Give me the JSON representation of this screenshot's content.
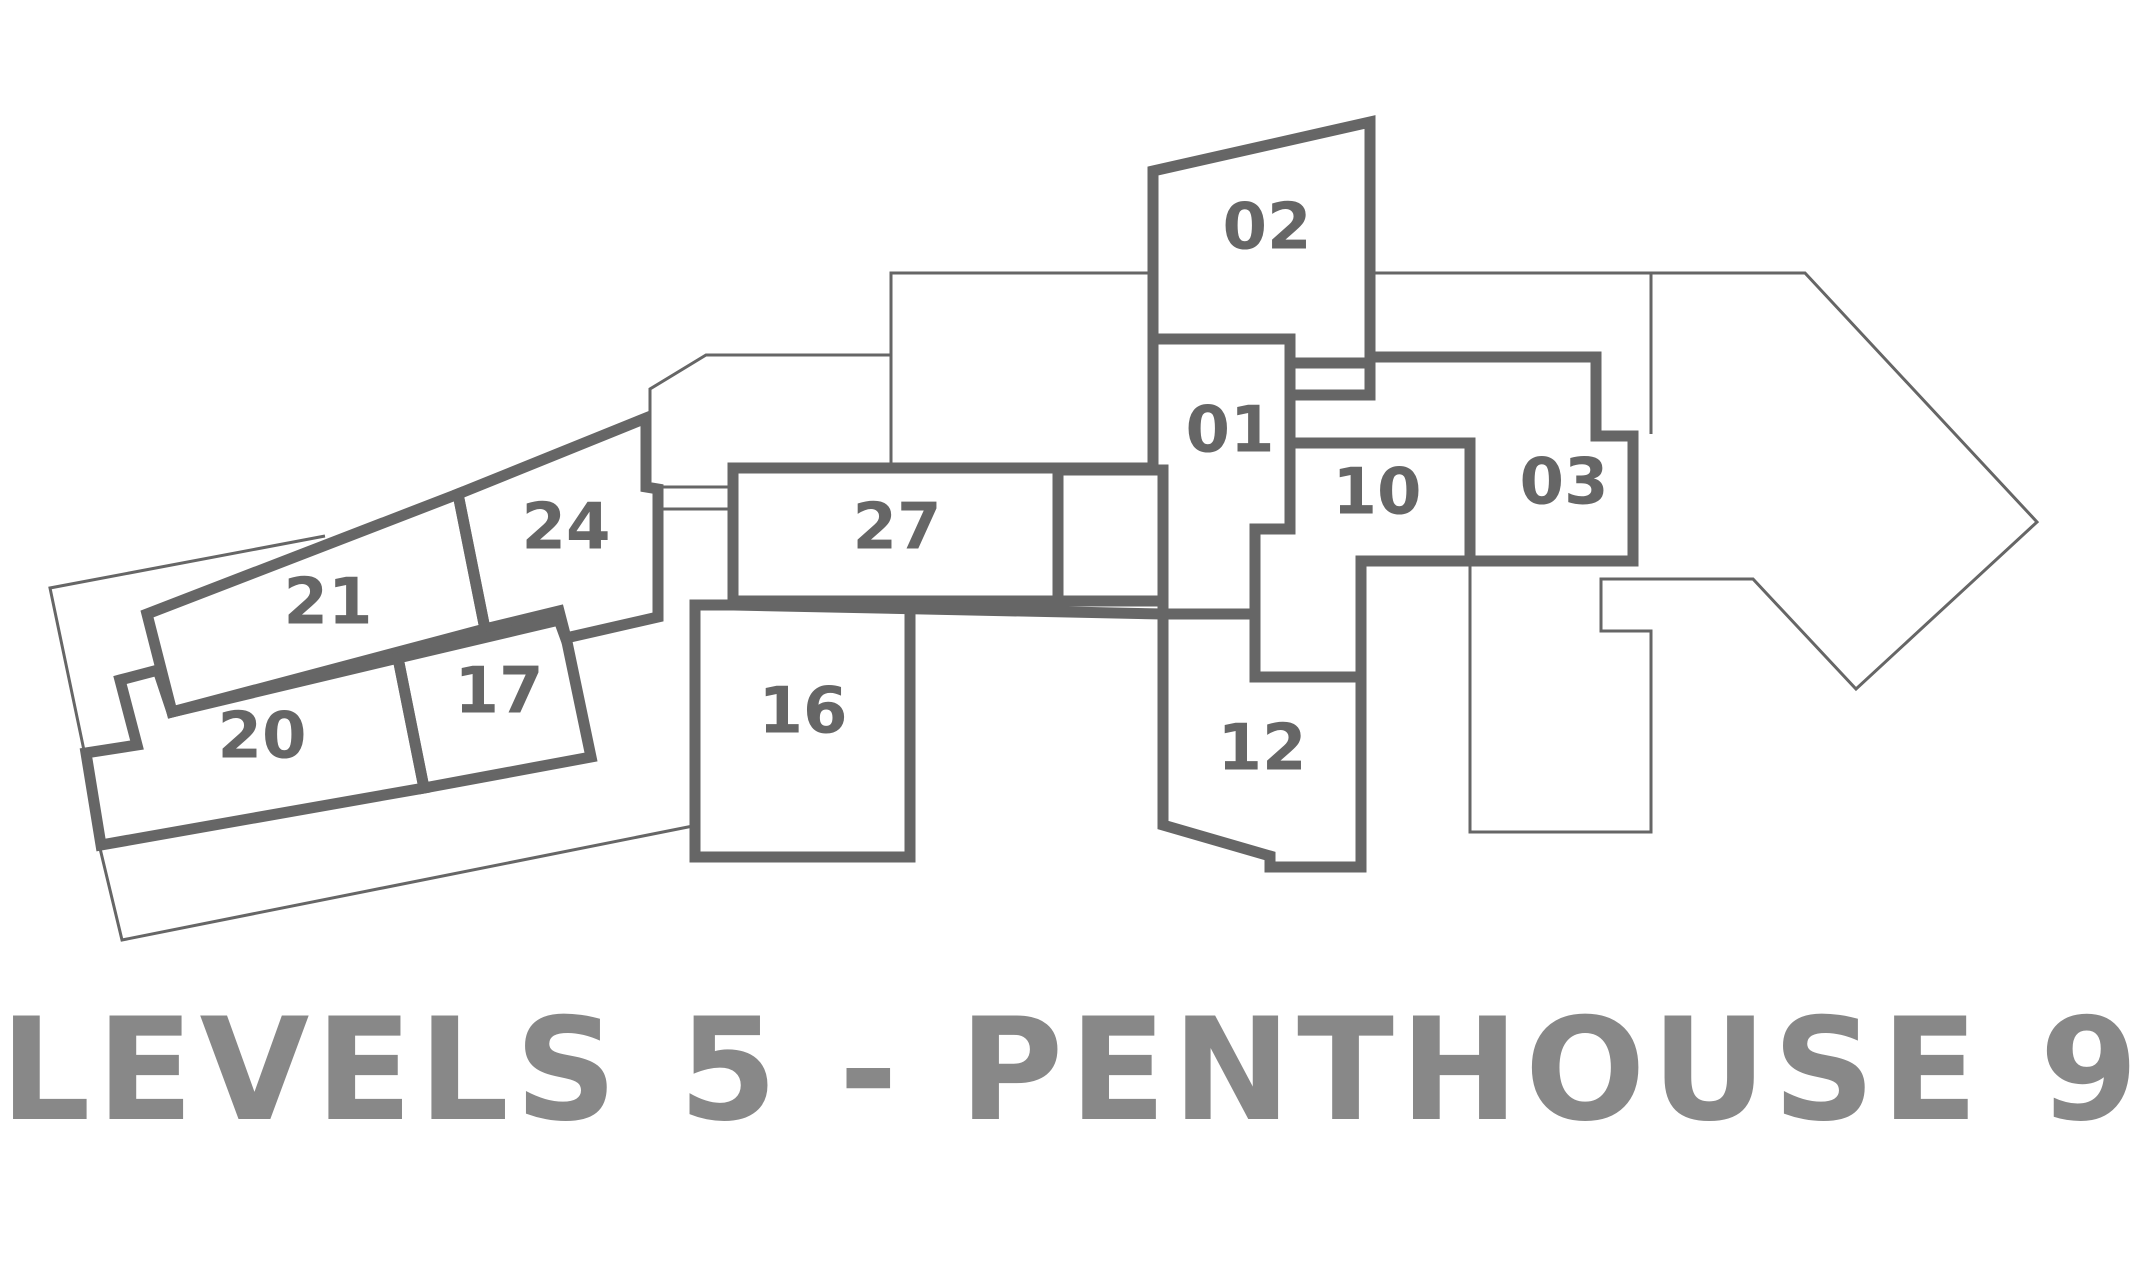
{
  "title": "LEVELS 5 - PENTHOUSE 9",
  "colors": {
    "outline": "#666666",
    "caption": "#888888",
    "background": "#ffffff"
  },
  "units": [
    {
      "id": "u02",
      "label": "02"
    },
    {
      "id": "u01",
      "label": "01"
    },
    {
      "id": "u10",
      "label": "10"
    },
    {
      "id": "u03",
      "label": "03"
    },
    {
      "id": "u24",
      "label": "24"
    },
    {
      "id": "u27",
      "label": "27"
    },
    {
      "id": "u21",
      "label": "21"
    },
    {
      "id": "u17",
      "label": "17"
    },
    {
      "id": "u20",
      "label": "20"
    },
    {
      "id": "u16",
      "label": "16"
    },
    {
      "id": "u12",
      "label": "12"
    }
  ]
}
